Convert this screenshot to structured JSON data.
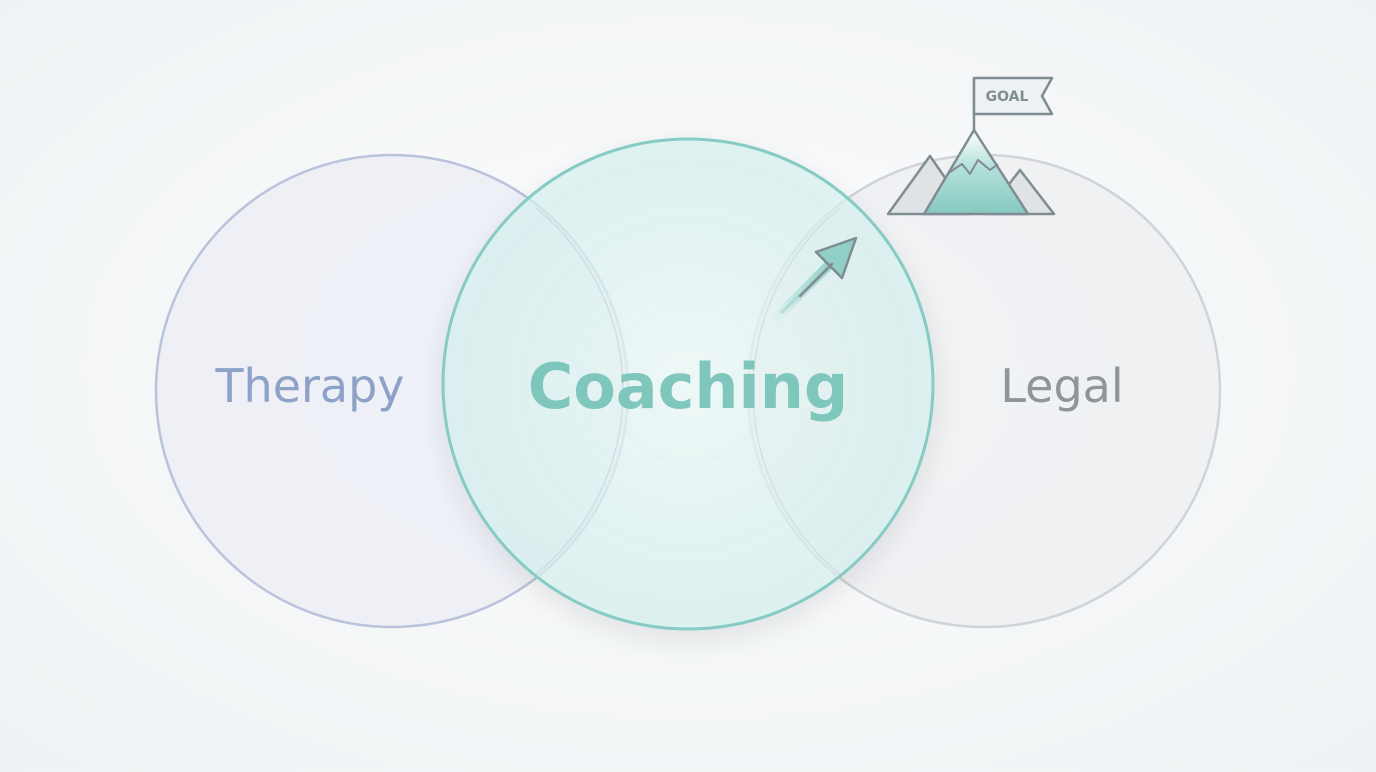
{
  "diagram": {
    "circles": [
      {
        "id": "therapy",
        "label": "Therapy"
      },
      {
        "id": "coaching",
        "label": "Coaching"
      },
      {
        "id": "legal",
        "label": "Legal"
      }
    ],
    "goal_flag_text": "GOAL"
  },
  "colors": {
    "therapy_stroke": "#b9c3dc",
    "therapy_fill": "#eceff6",
    "therapy_text": "#8ea2c8",
    "coaching_stroke": "#86cbc4",
    "coaching_fill": "#e3f6f5",
    "coaching_text": "#7fc7bd",
    "legal_stroke": "#cfd3d7",
    "legal_fill": "#eef0f2",
    "legal_text": "#8e969c",
    "icon_stroke": "#7f8c92",
    "icon_teal": "#8fcfc6"
  }
}
